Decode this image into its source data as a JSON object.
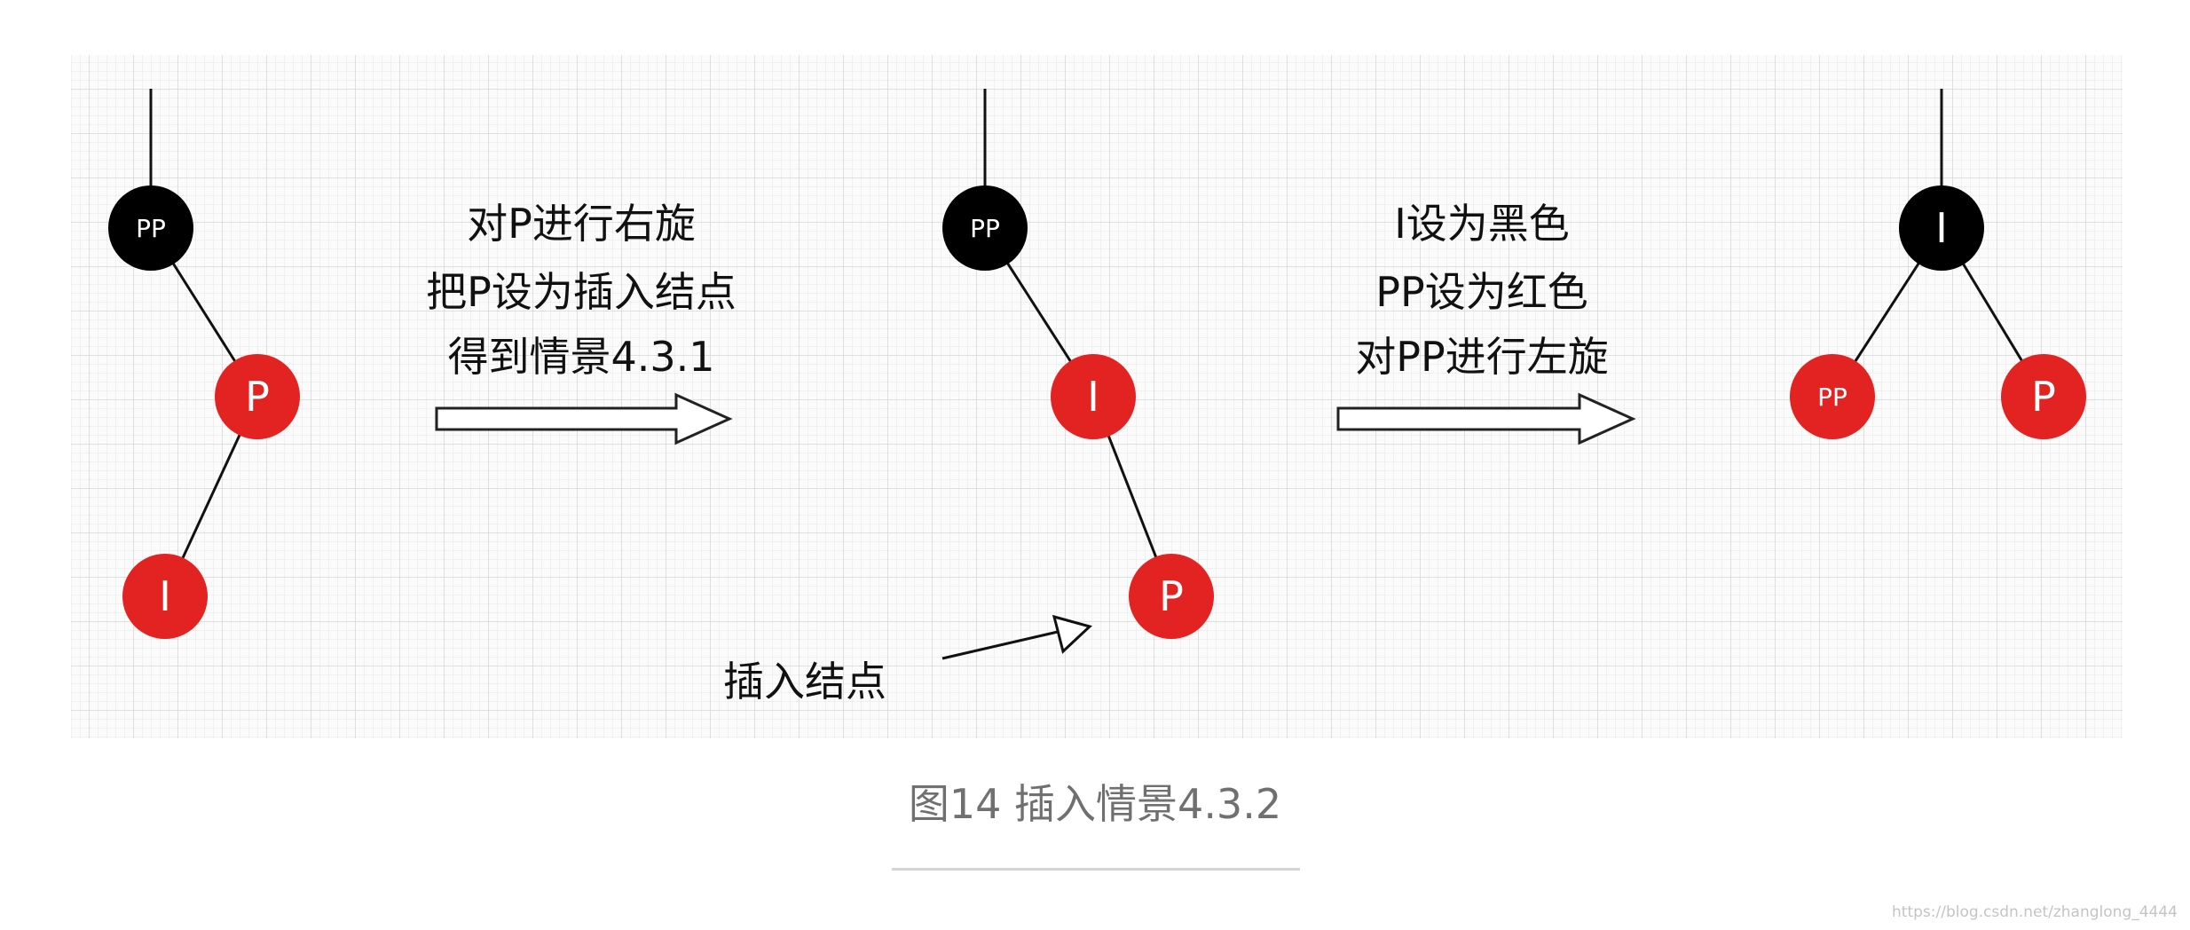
{
  "diagram": {
    "nodes": [
      {
        "id": "a-pp",
        "label": "PP",
        "fill": "#000000",
        "text_color": "#ffffff"
      },
      {
        "id": "a-p",
        "label": "P",
        "fill": "#e32222",
        "text_color": "#ffffff"
      },
      {
        "id": "a-i",
        "label": "I",
        "fill": "#e32222",
        "text_color": "#ffffff"
      },
      {
        "id": "b-pp",
        "label": "PP",
        "fill": "#000000",
        "text_color": "#ffffff"
      },
      {
        "id": "b-i",
        "label": "I",
        "fill": "#e32222",
        "text_color": "#ffffff"
      },
      {
        "id": "b-p",
        "label": "P",
        "fill": "#e32222",
        "text_color": "#ffffff"
      },
      {
        "id": "c-i",
        "label": "I",
        "fill": "#000000",
        "text_color": "#ffffff"
      },
      {
        "id": "c-pp",
        "label": "PP",
        "fill": "#e32222",
        "text_color": "#ffffff"
      },
      {
        "id": "c-p",
        "label": "P",
        "fill": "#e32222",
        "text_color": "#ffffff"
      }
    ],
    "edges": [
      {
        "from": "a-pp",
        "to": "a-p"
      },
      {
        "from": "a-p",
        "to": "a-i"
      },
      {
        "from": "b-pp",
        "to": "b-i"
      },
      {
        "from": "b-i",
        "to": "b-p"
      },
      {
        "from": "c-i",
        "to": "c-pp"
      },
      {
        "from": "c-i",
        "to": "c-p"
      }
    ],
    "step1_text": [
      "对P进行右旋",
      "把P设为插入结点",
      "得到情景4.3.1"
    ],
    "step2_text": [
      "I设为黑色",
      "PP设为红色",
      "对PP进行左旋"
    ],
    "insert_label": "插入结点"
  },
  "caption": "图14 插入情景4.3.2",
  "watermark": "https://blog.csdn.net/zhanglong_4444",
  "colors": {
    "red_node": "#e32222",
    "black_node": "#000000",
    "grid_line": "#e2e2e2",
    "grid_bg": "#f7f7f7",
    "caption_text": "#707070"
  }
}
